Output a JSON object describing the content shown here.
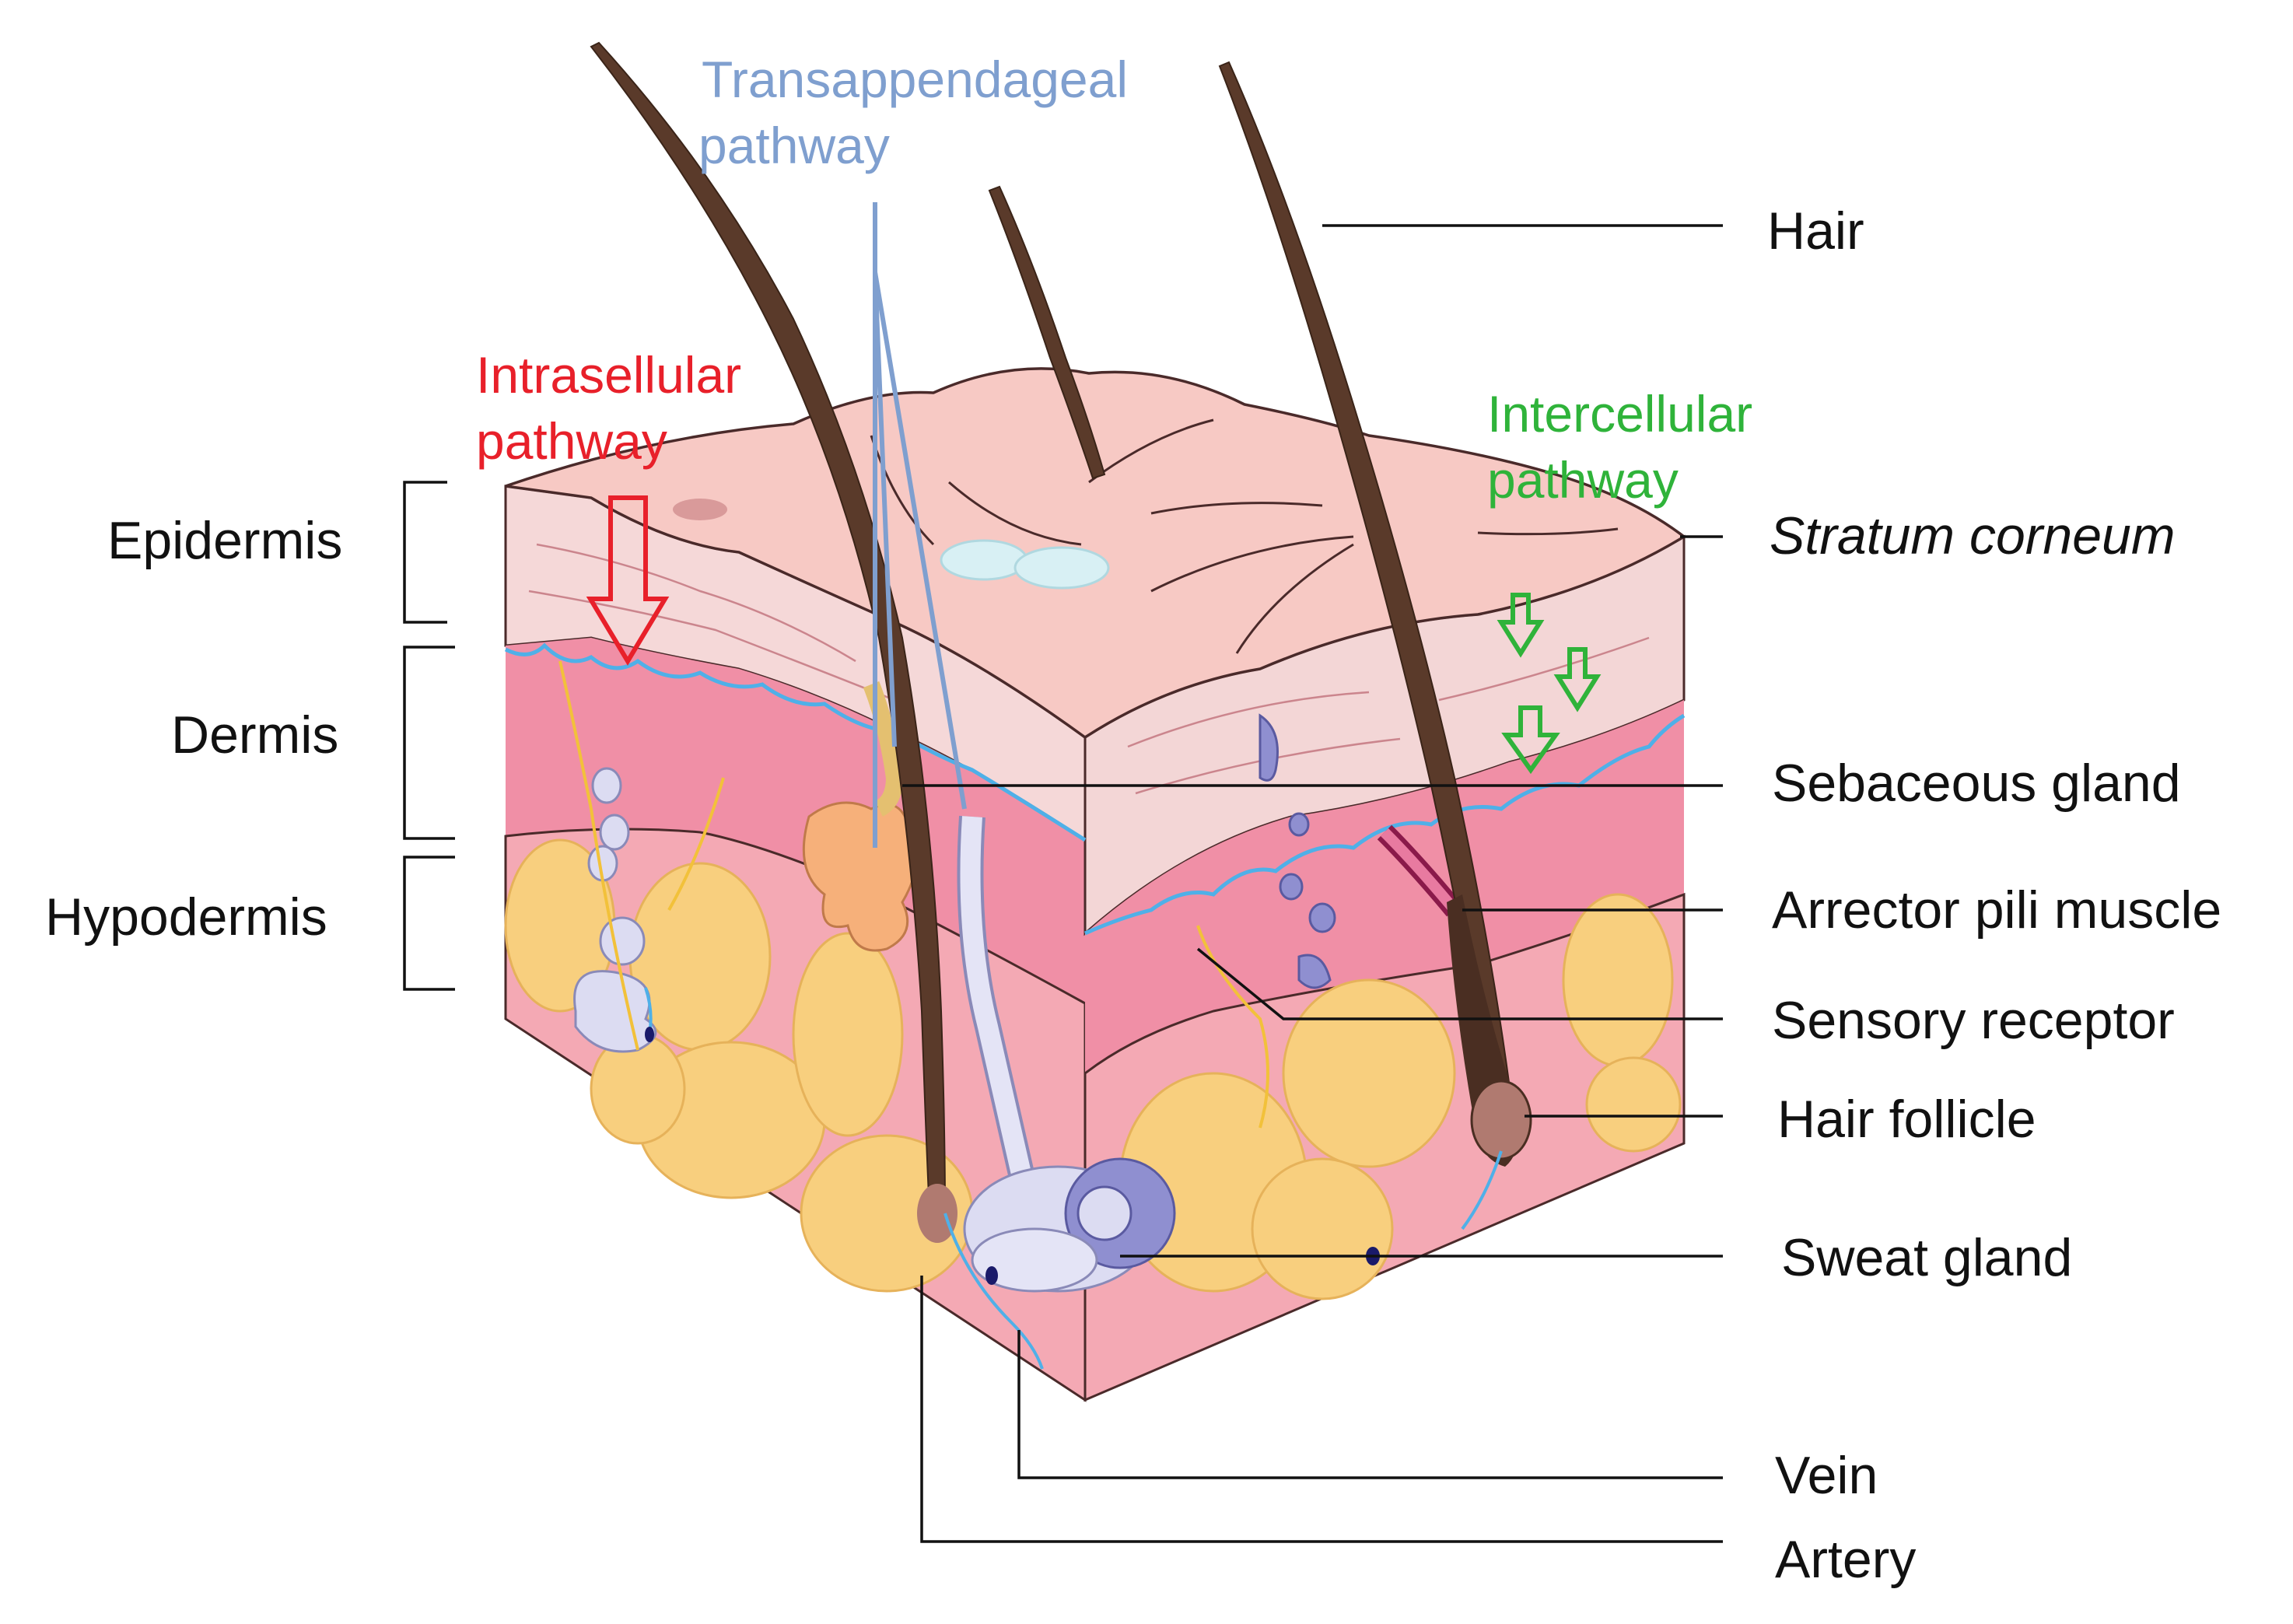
{
  "labels": {
    "hair": "Hair",
    "stratum_corneum": "Stratum corneum",
    "sebaceous_gland": "Sebaceous gland",
    "arrector_pili_muscle": "Arrector pili muscle",
    "sensory_receptor": "Sensory receptor",
    "hair_follicle": "Hair follicle",
    "sweat_gland": "Sweat gland",
    "vein": "Vein",
    "artery": "Artery",
    "epidermis": "Epidermis",
    "dermis": "Dermis",
    "hypodermis": "Hypodermis"
  },
  "pathways": {
    "transappendageal": {
      "line1": "Transappendageal",
      "line2": "pathway",
      "color": "#7f9fcf"
    },
    "intracellular": {
      "line1": "Intrasellular",
      "line2": "pathway",
      "color": "#e8202a"
    },
    "intercellular": {
      "line1": "Intercellular",
      "line2": "pathway",
      "color": "#2fb33a"
    }
  },
  "colors": {
    "epidermis_top": "#f7c9c4",
    "epidermis_side": "#f3d6d6",
    "dermis": "#f08fa6",
    "dermis_dark": "#e8779a",
    "hypodermis_fat": "#f8cf7e",
    "hair": "#5a3a2a",
    "sweat_gland": "#dcdcf2",
    "sebaceous_gland": "#f6b07a",
    "basement_line": "#4fb0e8"
  }
}
